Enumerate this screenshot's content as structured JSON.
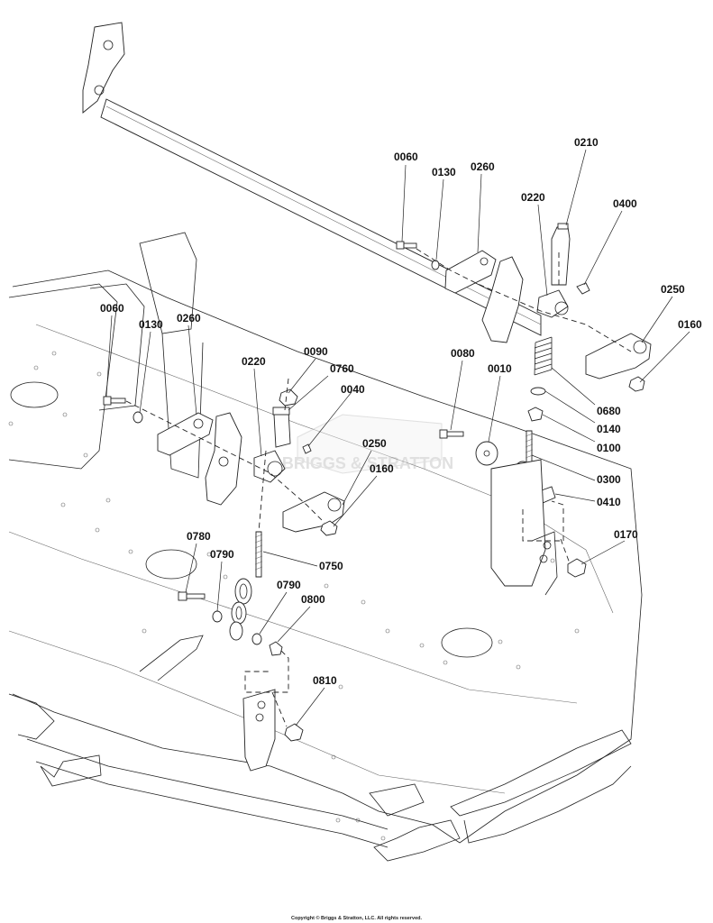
{
  "watermark": "BRIGGS & STRATTON",
  "callouts": [
    {
      "id": "0060",
      "text": "0060"
    },
    {
      "id": "0130",
      "text": "0130"
    },
    {
      "id": "0260",
      "text": "0260"
    },
    {
      "id": "0210",
      "text": "0210"
    },
    {
      "id": "0220",
      "text": "0220"
    },
    {
      "id": "0400",
      "text": "0400"
    },
    {
      "id": "0250",
      "text": "0250"
    },
    {
      "id": "0160",
      "text": "0160"
    },
    {
      "id": "0060b",
      "text": "0060"
    },
    {
      "id": "0130b",
      "text": "0130"
    },
    {
      "id": "0260b",
      "text": "0260"
    },
    {
      "id": "0090",
      "text": "0090"
    },
    {
      "id": "0220b",
      "text": "0220"
    },
    {
      "id": "0760",
      "text": "0760"
    },
    {
      "id": "0040",
      "text": "0040"
    },
    {
      "id": "0080",
      "text": "0080"
    },
    {
      "id": "0010",
      "text": "0010"
    },
    {
      "id": "0680",
      "text": "0680"
    },
    {
      "id": "0140",
      "text": "0140"
    },
    {
      "id": "0100",
      "text": "0100"
    },
    {
      "id": "0250b",
      "text": "0250"
    },
    {
      "id": "0160b",
      "text": "0160"
    },
    {
      "id": "0300",
      "text": "0300"
    },
    {
      "id": "0410",
      "text": "0410"
    },
    {
      "id": "0780",
      "text": "0780"
    },
    {
      "id": "0790",
      "text": "0790"
    },
    {
      "id": "0750",
      "text": "0750"
    },
    {
      "id": "0170",
      "text": "0170"
    },
    {
      "id": "0790b",
      "text": "0790"
    },
    {
      "id": "0800",
      "text": "0800"
    },
    {
      "id": "0810",
      "text": "0810"
    }
  ],
  "copyright": "Copyright © Briggs & Stratton, LLC. All rights reserved."
}
